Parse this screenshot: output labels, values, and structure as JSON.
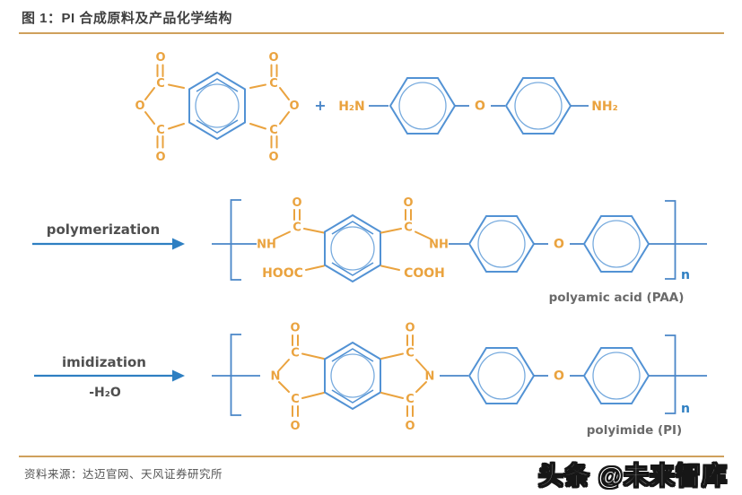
{
  "title": "图 1：PI 合成原料及产品化学结构",
  "footer": {
    "source": "资料来源：达迈官网、天风证券研究所",
    "watermark": "头条 @未来智库"
  },
  "reaction": {
    "plus": "+",
    "step1": {
      "label": "polymerization"
    },
    "step2": {
      "label": "imidization",
      "byproduct": "-H₂O"
    },
    "product1_caption": "polyamic acid (PAA)",
    "product2_caption": "polyimide (PI)",
    "repeat_subscript": "n"
  },
  "atoms": {
    "O": "O",
    "C": "C",
    "N": "N",
    "NH": "NH",
    "H2N": "H₂N",
    "NH2": "NH₂",
    "HOOC": "HOOC",
    "COOH": "COOH"
  },
  "colors": {
    "bond_orange": "#EAA33F",
    "ring_blue": "#5292D4",
    "arrow_blue": "#2E7FC2",
    "rule_orange": "#CFA05C",
    "title_gray": "#3F3F3F",
    "caption_gray": "#6A6A6A"
  }
}
